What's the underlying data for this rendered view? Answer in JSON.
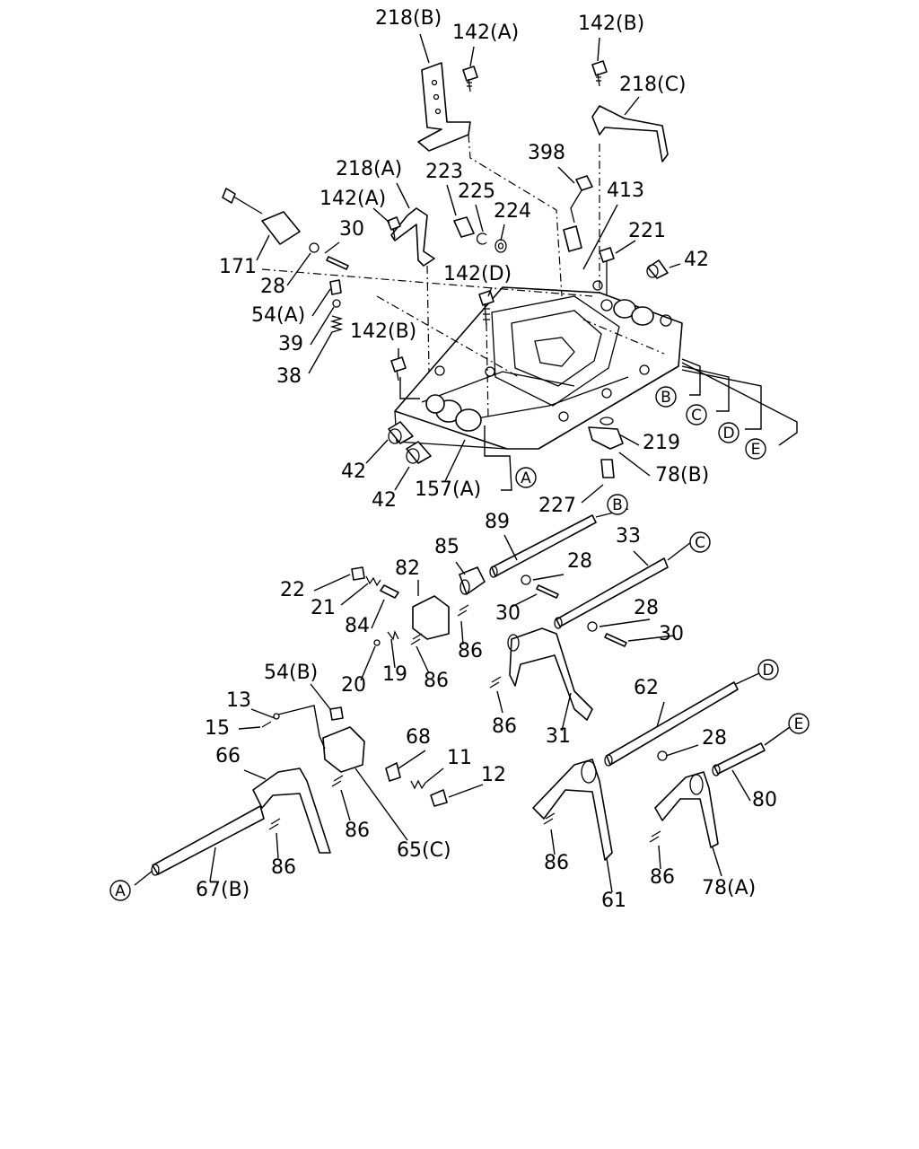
{
  "diagram": {
    "part_labels": [
      {
        "id": "l218b",
        "text": "218(B)"
      },
      {
        "id": "l142a_top",
        "text": "142(A)"
      },
      {
        "id": "l142b_top",
        "text": "142(B)"
      },
      {
        "id": "l218c",
        "text": "218(C)"
      },
      {
        "id": "l398",
        "text": "398"
      },
      {
        "id": "l413",
        "text": "413"
      },
      {
        "id": "l218a",
        "text": "218(A)"
      },
      {
        "id": "l223",
        "text": "223"
      },
      {
        "id": "l225",
        "text": "225"
      },
      {
        "id": "l224",
        "text": "224"
      },
      {
        "id": "l142a_mid",
        "text": "142(A)"
      },
      {
        "id": "l221",
        "text": "221"
      },
      {
        "id": "l30_top",
        "text": "30"
      },
      {
        "id": "l42_r",
        "text": "42"
      },
      {
        "id": "l171",
        "text": "171"
      },
      {
        "id": "l28_top",
        "text": "28"
      },
      {
        "id": "l142d",
        "text": "142(D)"
      },
      {
        "id": "l54a",
        "text": "54(A)"
      },
      {
        "id": "l39",
        "text": "39"
      },
      {
        "id": "l142b_mid",
        "text": "142(B)"
      },
      {
        "id": "l38",
        "text": "38"
      },
      {
        "id": "l219",
        "text": "219"
      },
      {
        "id": "l42_a",
        "text": "42"
      },
      {
        "id": "l78b",
        "text": "78(B)"
      },
      {
        "id": "l42_b",
        "text": "42"
      },
      {
        "id": "l157a",
        "text": "157(A)"
      },
      {
        "id": "l227",
        "text": "227"
      },
      {
        "id": "l89",
        "text": "89"
      },
      {
        "id": "l33",
        "text": "33"
      },
      {
        "id": "l85",
        "text": "85"
      },
      {
        "id": "l82",
        "text": "82"
      },
      {
        "id": "l28_89",
        "text": "28"
      },
      {
        "id": "l22",
        "text": "22"
      },
      {
        "id": "l21",
        "text": "21"
      },
      {
        "id": "l30_89",
        "text": "30"
      },
      {
        "id": "l28_33",
        "text": "28"
      },
      {
        "id": "l84",
        "text": "84"
      },
      {
        "id": "l86_85",
        "text": "86"
      },
      {
        "id": "l30_33",
        "text": "30"
      },
      {
        "id": "l54b",
        "text": "54(B)"
      },
      {
        "id": "l20",
        "text": "20"
      },
      {
        "id": "l19",
        "text": "19"
      },
      {
        "id": "l86_82",
        "text": "86"
      },
      {
        "id": "l62",
        "text": "62"
      },
      {
        "id": "l13",
        "text": "13"
      },
      {
        "id": "l86_31",
        "text": "86"
      },
      {
        "id": "l15",
        "text": "15"
      },
      {
        "id": "l31",
        "text": "31"
      },
      {
        "id": "l68",
        "text": "68"
      },
      {
        "id": "l28_62",
        "text": "28"
      },
      {
        "id": "l66",
        "text": "66"
      },
      {
        "id": "l11",
        "text": "11"
      },
      {
        "id": "l12",
        "text": "12"
      },
      {
        "id": "l80",
        "text": "80"
      },
      {
        "id": "l86_65",
        "text": "86"
      },
      {
        "id": "l86_66",
        "text": "86"
      },
      {
        "id": "l65c",
        "text": "65(C)"
      },
      {
        "id": "l86_61",
        "text": "86"
      },
      {
        "id": "l86_78a",
        "text": "86"
      },
      {
        "id": "l67b",
        "text": "67(B)"
      },
      {
        "id": "l78a",
        "text": "78(A)"
      },
      {
        "id": "l61",
        "text": "61"
      }
    ],
    "ref_markers": [
      {
        "id": "mB_top",
        "text": "B"
      },
      {
        "id": "mC_top",
        "text": "C"
      },
      {
        "id": "mD_top",
        "text": "D"
      },
      {
        "id": "mE_top",
        "text": "E"
      },
      {
        "id": "mA_top",
        "text": "A"
      },
      {
        "id": "mB_89",
        "text": "B"
      },
      {
        "id": "mC_33",
        "text": "C"
      },
      {
        "id": "mD_62",
        "text": "D"
      },
      {
        "id": "mE_80",
        "text": "E"
      },
      {
        "id": "mA_67",
        "text": "A"
      }
    ]
  }
}
